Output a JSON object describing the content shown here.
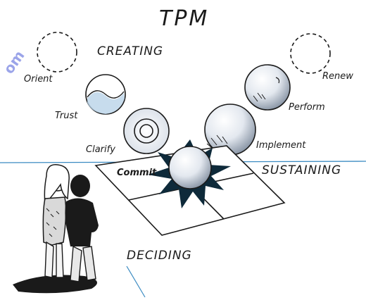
{
  "title": "TPM",
  "phases": {
    "creating": "CREATING",
    "sustaining": "SUSTAINING",
    "deciding": "DECIDING"
  },
  "steps": {
    "orient": "Orient",
    "trust": "Trust",
    "clarify": "Clarify",
    "commit": "Commit",
    "implement": "Implement",
    "perform": "Perform",
    "renew": "Renew"
  },
  "watermark": "om",
  "colors": {
    "ink": "#1a1a1a",
    "star": "#0e2a3a",
    "sphere_shade": "#aeb8c6",
    "accent_line": "#3b8bc2",
    "trust_fill": "#b9d3e8"
  },
  "icons": {
    "people": "two-people-illustration",
    "spheres": "sphere-illustration"
  }
}
